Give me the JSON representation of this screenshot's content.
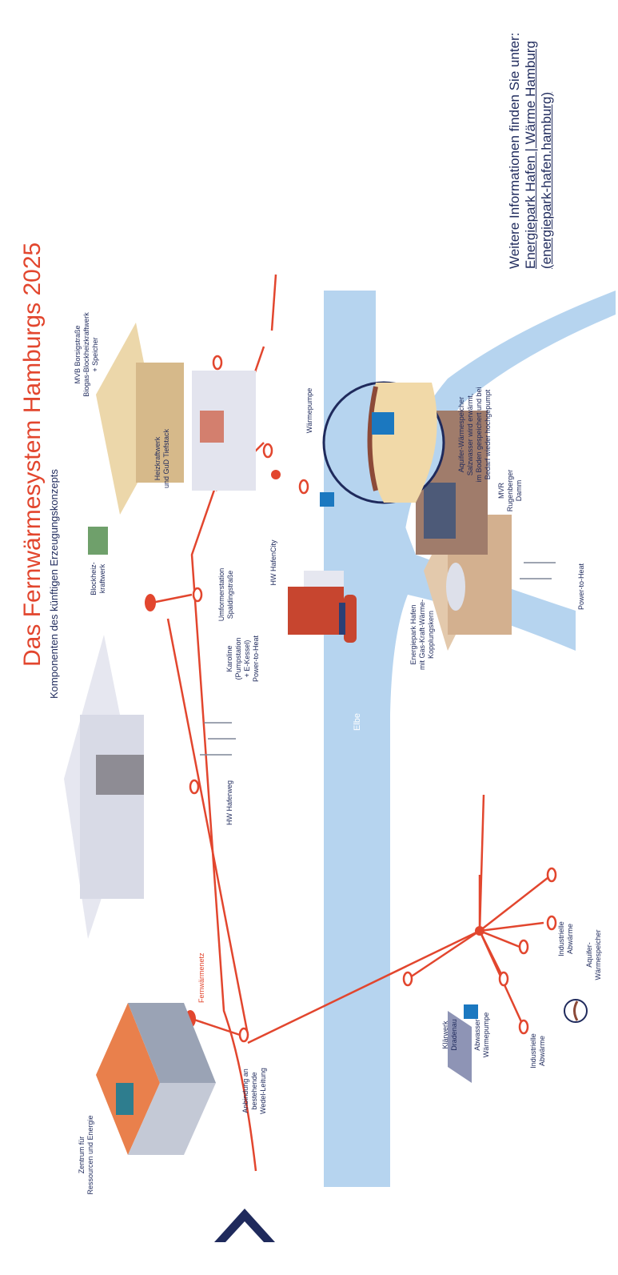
{
  "info": {
    "line1": "Weitere Informationen finden Sie unter:",
    "link_line1": "Energiepark Hafen | Wärme Hamburg",
    "link_line2": "(energiepark-hafen.hamburg)"
  },
  "diagram": {
    "title": "Das Fernwärmesystem Hamburgs 2025",
    "subtitle": "Komponenten des künftigen Erzeugungskonzepts",
    "network_label": "Fernwärmenetz",
    "river_label": "Elbe",
    "labels": {
      "zentrum": [
        "Zentrum für",
        "Ressourcen und Energie"
      ],
      "anbindung": [
        "Anbindung an",
        "bestehende",
        "Wedel-Leitung"
      ],
      "hw_haferweg": [
        "HW Haferweg"
      ],
      "karoline": [
        "Karoline",
        "(Pumpstation",
        "+ E-Kessel)",
        "Power-to-Heat"
      ],
      "umformer": [
        "Umformerstation",
        "Spaldingstraße"
      ],
      "hw_hafencity": [
        "HW HafenCity"
      ],
      "blockheiz": [
        "Blockheiz-",
        "kraftwerk"
      ],
      "heizkraftwerk": [
        "Heizkraftwerk",
        "und GuD Tiefstack"
      ],
      "mvb": [
        "MVB Borsigstraße",
        "Biogas-Blockheizkraftwerk",
        "+ Speicher"
      ],
      "waermepumpe": [
        "Wärmepumpe"
      ],
      "aquifer_big": [
        "Aquifer-Wärmespeicher",
        "Salzwasser wird erwärmt,",
        "im Boden gespeichert und bei",
        "Bedarf wieder hochgepumpt"
      ],
      "klaerwerk": [
        "Klärwerk",
        "Dradenau"
      ],
      "abwasser": [
        "Abwasser",
        "Wärmepumpe"
      ],
      "ind_abwaerme1": [
        "Industrielle",
        "Abwärme"
      ],
      "ind_abwaerme2": [
        "Industrielle",
        "Abwärme"
      ],
      "aquifer_small": [
        "Aquifer-",
        "Wärmespeicher"
      ],
      "energiepark": [
        "Energiepark Hafen",
        "mit Gas-Kraft-Wärme-",
        "Kopplungskern"
      ],
      "power_to_heat": [
        "Power-to-Heat"
      ],
      "mvr": [
        "MVR",
        "Rugenberger",
        "Damm"
      ]
    }
  },
  "colors": {
    "network": "#e2462e",
    "river": "#b6d4ef",
    "navy": "#1f2a5c",
    "ground": "#f1d9a8"
  },
  "icons": {
    "back_to_top": "chevron-up-icon"
  }
}
